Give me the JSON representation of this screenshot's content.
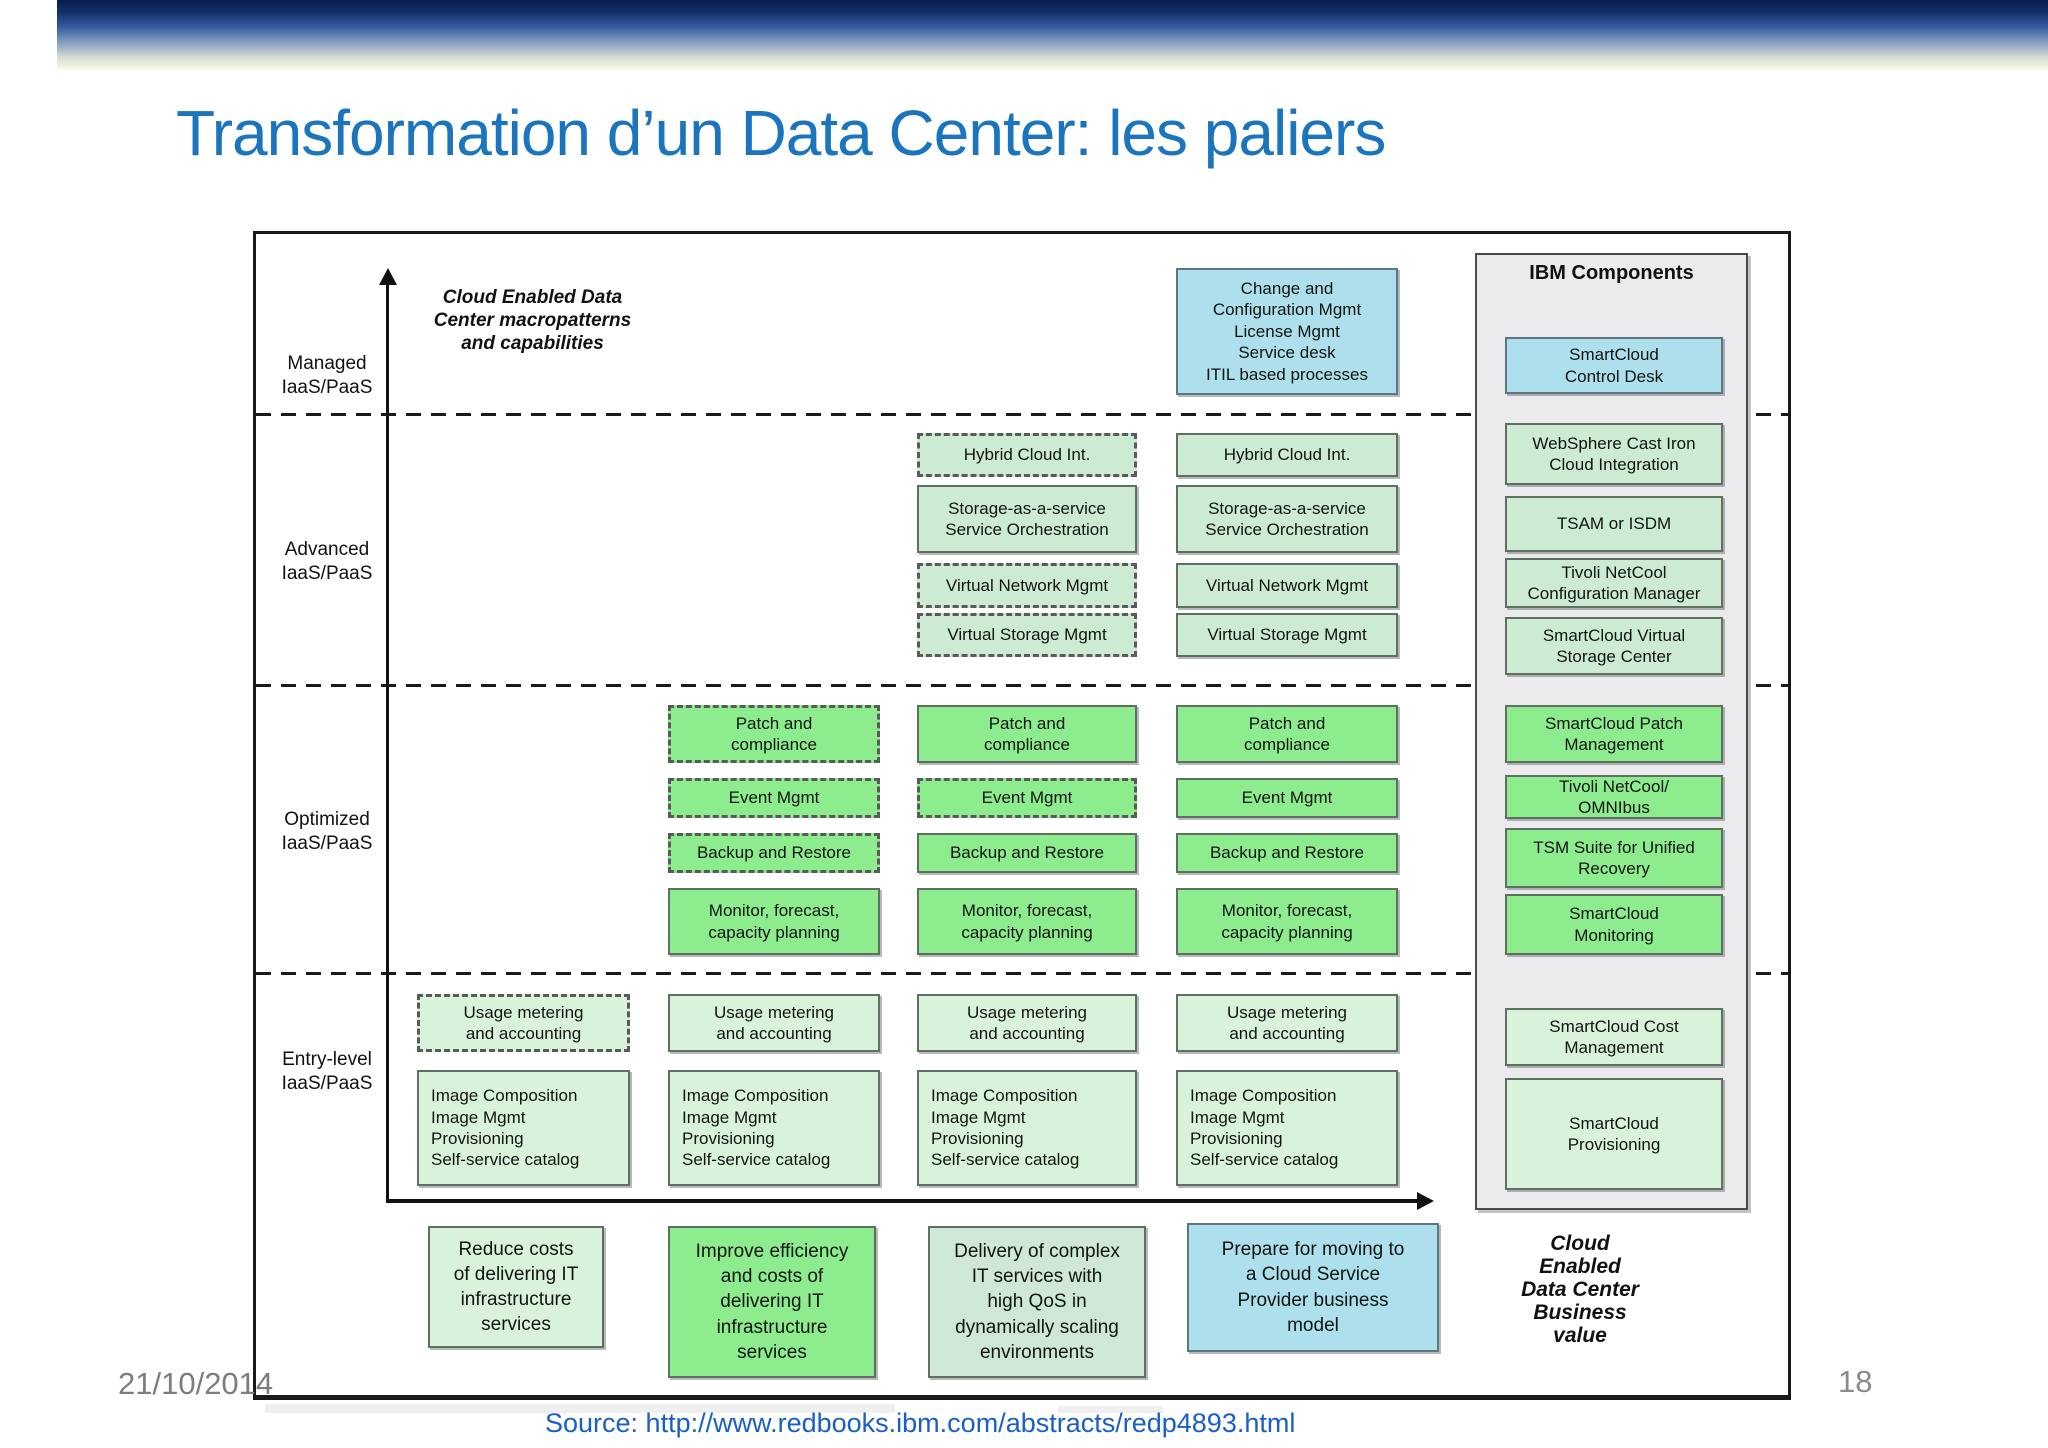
{
  "slide": {
    "title": "Transformation d’un Data Center: les paliers",
    "footer": {
      "date": "21/10/2014",
      "page_number": "18",
      "source_link": "Source: http://www.redbooks.ibm.com/abstracts/redp4893.html"
    }
  },
  "palette": {
    "title_blue": "#1a74be",
    "link_blue": "#1a5fc4",
    "box_blue": "#aedfec",
    "box_green_bright": "#8dec8d",
    "box_green_advanced": "#cdead2",
    "box_green_pale": "#d9f2da",
    "box_green_sage": "#cfe7d6",
    "ibm_panel_gray": "#ebebed",
    "banner_navy": "#0a1d4e"
  },
  "diagram": {
    "macro_label": [
      "Cloud Enabled Data",
      "Center macropatterns",
      "and capabilities"
    ],
    "ibm_header": "IBM Components",
    "tier_labels": {
      "managed": [
        "Managed",
        "IaaS/PaaS"
      ],
      "advanced": [
        "Advanced",
        "IaaS/PaaS"
      ],
      "optimized": [
        "Optimized",
        "IaaS/PaaS"
      ],
      "entry": [
        "Entry-level",
        "IaaS/PaaS"
      ]
    },
    "business_value_label": [
      "Cloud",
      "Enabled",
      "Data Center",
      "Business",
      "value"
    ],
    "boxes": {
      "change_config": [
        "Change and",
        "Configuration Mgmt",
        "License Mgmt",
        "Service desk",
        "ITIL based processes"
      ],
      "ibm_control_desk": [
        "SmartCloud",
        "Control Desk"
      ],
      "hybrid": [
        "Hybrid Cloud Int."
      ],
      "storage_orch": [
        "Storage-as-a-service",
        "Service Orchestration"
      ],
      "vnet": [
        "Virtual Network Mgmt"
      ],
      "vstor": [
        "Virtual Storage Mgmt"
      ],
      "ibm_websphere": [
        "WebSphere Cast Iron",
        "Cloud Integration"
      ],
      "ibm_tsam": [
        "TSAM or ISDM"
      ],
      "ibm_netcool_cm": [
        "Tivoli NetCool",
        "Configuration Manager"
      ],
      "ibm_virtual_storage": [
        "SmartCloud Virtual",
        "Storage Center"
      ],
      "patch": [
        "Patch and",
        "compliance"
      ],
      "event": [
        "Event Mgmt"
      ],
      "backup": [
        "Backup and Restore"
      ],
      "monitor": [
        "Monitor, forecast,",
        "capacity planning"
      ],
      "ibm_patch": [
        "SmartCloud Patch",
        "Management"
      ],
      "ibm_omnibus": [
        "Tivoli NetCool/",
        "OMNIbus"
      ],
      "ibm_tsm": [
        "TSM Suite for Unified",
        "Recovery"
      ],
      "ibm_monitoring": [
        "SmartCloud",
        "Monitoring"
      ],
      "usage": [
        "Usage metering",
        "and accounting"
      ],
      "image_stack": [
        "Image Composition",
        "Image Mgmt",
        "Provisioning",
        "Self-service catalog"
      ],
      "ibm_cost": [
        "SmartCloud Cost",
        "Management"
      ],
      "ibm_provisioning": [
        "SmartCloud",
        "Provisioning"
      ],
      "value_reduce": [
        "Reduce costs",
        "of delivering IT",
        "infrastructure",
        "services"
      ],
      "value_improve": [
        "Improve efficiency",
        "and costs of",
        "delivering IT",
        "infrastructure",
        "services"
      ],
      "value_delivery": [
        "Delivery of complex",
        "IT services with",
        "high QoS in",
        "dynamically scaling",
        "environments"
      ],
      "value_prepare": [
        "Prepare for moving to",
        "a Cloud Service",
        "Provider business",
        "model"
      ]
    }
  }
}
